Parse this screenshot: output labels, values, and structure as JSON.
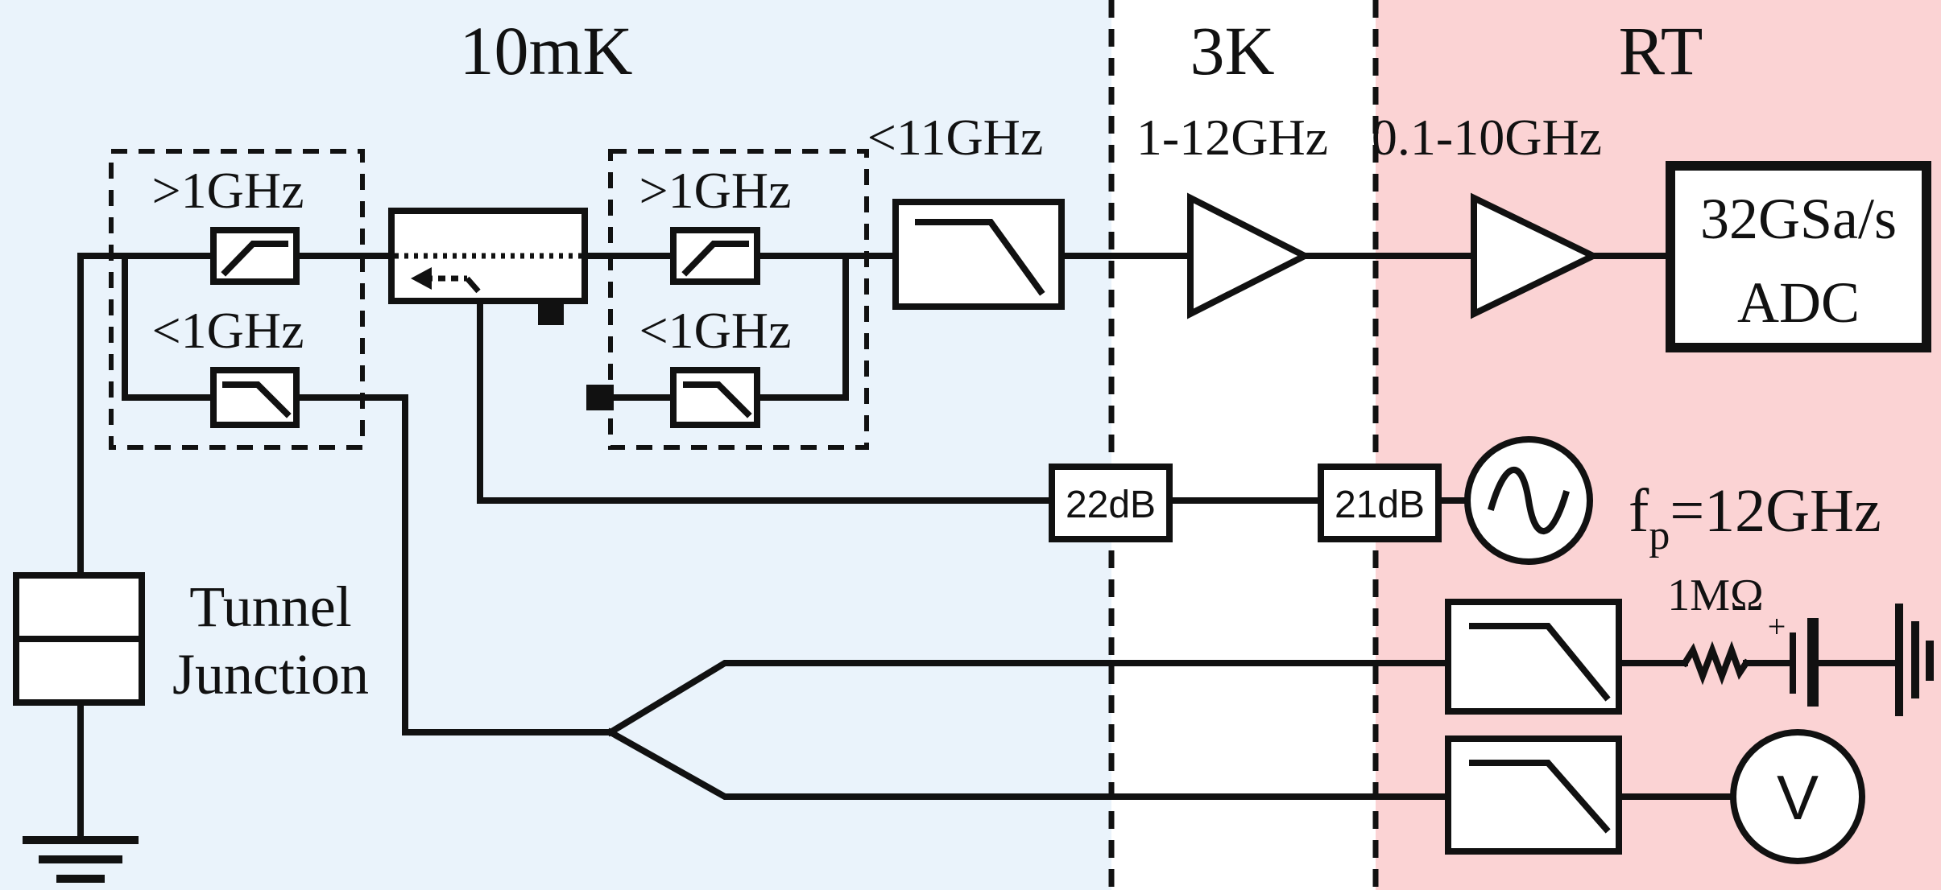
{
  "zones": {
    "cold": {
      "label": "10mK",
      "color": "#eaf3fb"
    },
    "mid": {
      "label": "3K",
      "color": "#ffffff"
    },
    "room": {
      "label": "RT",
      "color": "#fbd3d4"
    }
  },
  "filters": {
    "left_hp": ">1GHz",
    "left_lp": "<1GHz",
    "right_hp": ">1GHz",
    "right_lp": "<1GHz",
    "lowpass_main": "<11GHz"
  },
  "amplifiers": {
    "cryo_band": "1-12GHz",
    "rt_band": "0.1-10GHz"
  },
  "adc": {
    "line1": "32GSa/s",
    "line2": "ADC"
  },
  "attenuators": {
    "att1": "22dB",
    "att2": "21dB"
  },
  "pump": {
    "symbol": "f",
    "subscript": "p",
    "value": "=12GHz"
  },
  "bias": {
    "resistor": "1MΩ",
    "polarity": "+"
  },
  "voltmeter": {
    "label": "V"
  },
  "device": {
    "line1": "Tunnel",
    "line2": "Junction"
  }
}
